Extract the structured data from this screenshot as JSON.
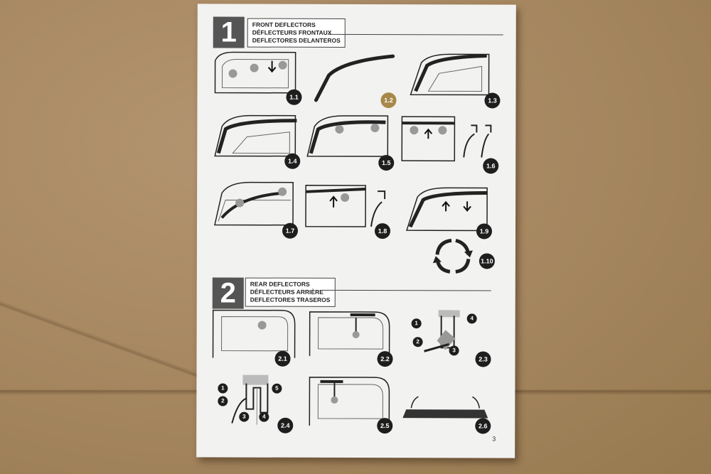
{
  "section1": {
    "number": "1",
    "label_en": "FRONT DEFLECTORS",
    "label_fr": "DÉFLECTEURS FRONTAUX",
    "label_es": "DEFLECTORES DELANTEROS"
  },
  "section2": {
    "number": "2",
    "label_en": "REAR DEFLECTORS",
    "label_fr": "DÉFLECTEURS ARRIÈRE",
    "label_es": "DEFLECTORES TRASEROS"
  },
  "steps1": [
    "1.1",
    "1.2",
    "1.3",
    "1.4",
    "1.5",
    "1.6",
    "1.7",
    "1.8",
    "1.9",
    "1.10"
  ],
  "steps2": [
    "2.1",
    "2.2",
    "2.3",
    "2.4",
    "2.5",
    "2.6"
  ],
  "callouts_23": [
    "1",
    "2",
    "3",
    "4"
  ],
  "callouts_24": [
    "1",
    "2",
    "3",
    "4",
    "5"
  ],
  "page_number": "3",
  "colors": {
    "sheet": "#f2f2f0",
    "ink": "#1e1e1e",
    "cardboard": "#a98a63"
  }
}
